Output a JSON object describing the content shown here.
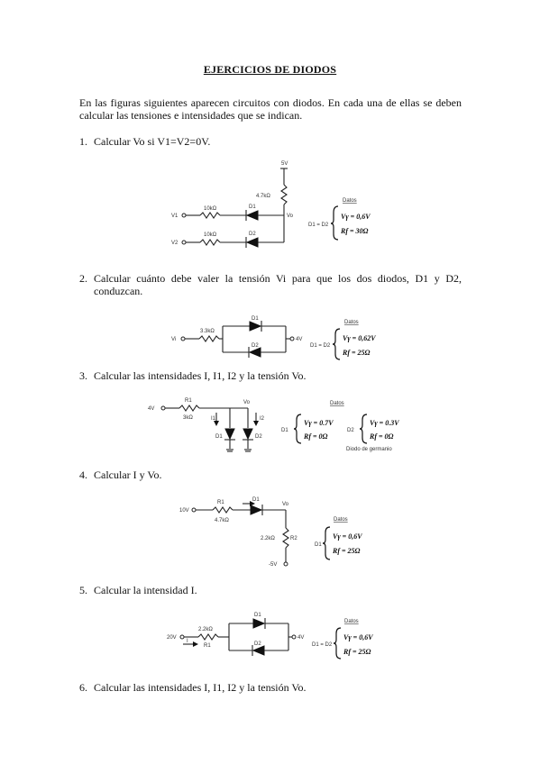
{
  "document": {
    "title": "EJERCICIOS DE DIODOS",
    "intro": "En las figuras siguientes aparecen circuitos con diodos. En cada una de ellas se deben calcular las tensiones e intensidades que se indican."
  },
  "exercises": [
    {
      "num": "1.",
      "text": "Calcular Vo si V1=V2=0V."
    },
    {
      "num": "2.",
      "text": "Calcular cuánto debe valer la tensión Vi para que los dos diodos, D1 y D2, conduzcan."
    },
    {
      "num": "3.",
      "text": "Calcular las intensidades I, I1, I2 y la tensión Vo."
    },
    {
      "num": "4.",
      "text": "Calcular I y Vo."
    },
    {
      "num": "5.",
      "text": "Calcular la intensidad I."
    },
    {
      "num": "6.",
      "text": "Calcular las intensidades I, I1, I2 y la tensión Vo."
    }
  ],
  "circuits": {
    "c1": {
      "top": "5V",
      "r_top": "4.7kΩ",
      "r1": "10kΩ",
      "r2": "10kΩ",
      "d1": "D1",
      "d2": "D2",
      "v1": "V1",
      "v2": "V2",
      "vo": "Vo",
      "diode_ref": "D1 = D2",
      "datos": "Datos",
      "eq1": "Vγ = 0,6V",
      "eq2": "Rf = 30Ω"
    },
    "c2": {
      "r": "3.3kΩ",
      "vi": "Vi",
      "d1": "D1",
      "d2": "D2",
      "right": "4V",
      "diode_ref": "D1 = D2",
      "datos": "Datos",
      "eq1": "Vγ = 0,62V",
      "eq2": "Rf = 25Ω"
    },
    "c3": {
      "src": "4V",
      "r": "R1",
      "r_val": "3kΩ",
      "vo": "Vo",
      "i1": "I1",
      "i2": "I2",
      "d1": "D1",
      "d2": "D2",
      "datos": "Datos",
      "d1_ref": "D1",
      "d1_eq1": "Vγ = 0.7V",
      "d1_eq2": "Rf = 0Ω",
      "d2_ref": "D2",
      "d2_eq1": "Vγ = 0.3V",
      "d2_eq2": "Rf = 0Ω",
      "note": "Diodo de germanio"
    },
    "c4": {
      "src": "10V",
      "r1": "R1",
      "r1_val": "4.7kΩ",
      "d1": "D1",
      "vo": "Vo",
      "r2": "R2",
      "r2_val": "2.2kΩ",
      "bottom": "-5V",
      "diode_ref": "D1",
      "datos": "Datos",
      "eq1": "Vγ = 0,6V",
      "eq2": "Rf = 25Ω"
    },
    "c5": {
      "src": "20V",
      "r": "2.2kΩ",
      "r_name": "R1",
      "i": "I",
      "d1": "D1",
      "d2": "D2",
      "right": "4V",
      "diode_ref": "D1 = D2",
      "datos": "Datos",
      "eq1": "Vγ = 0,6V",
      "eq2": "Rf = 25Ω"
    }
  }
}
